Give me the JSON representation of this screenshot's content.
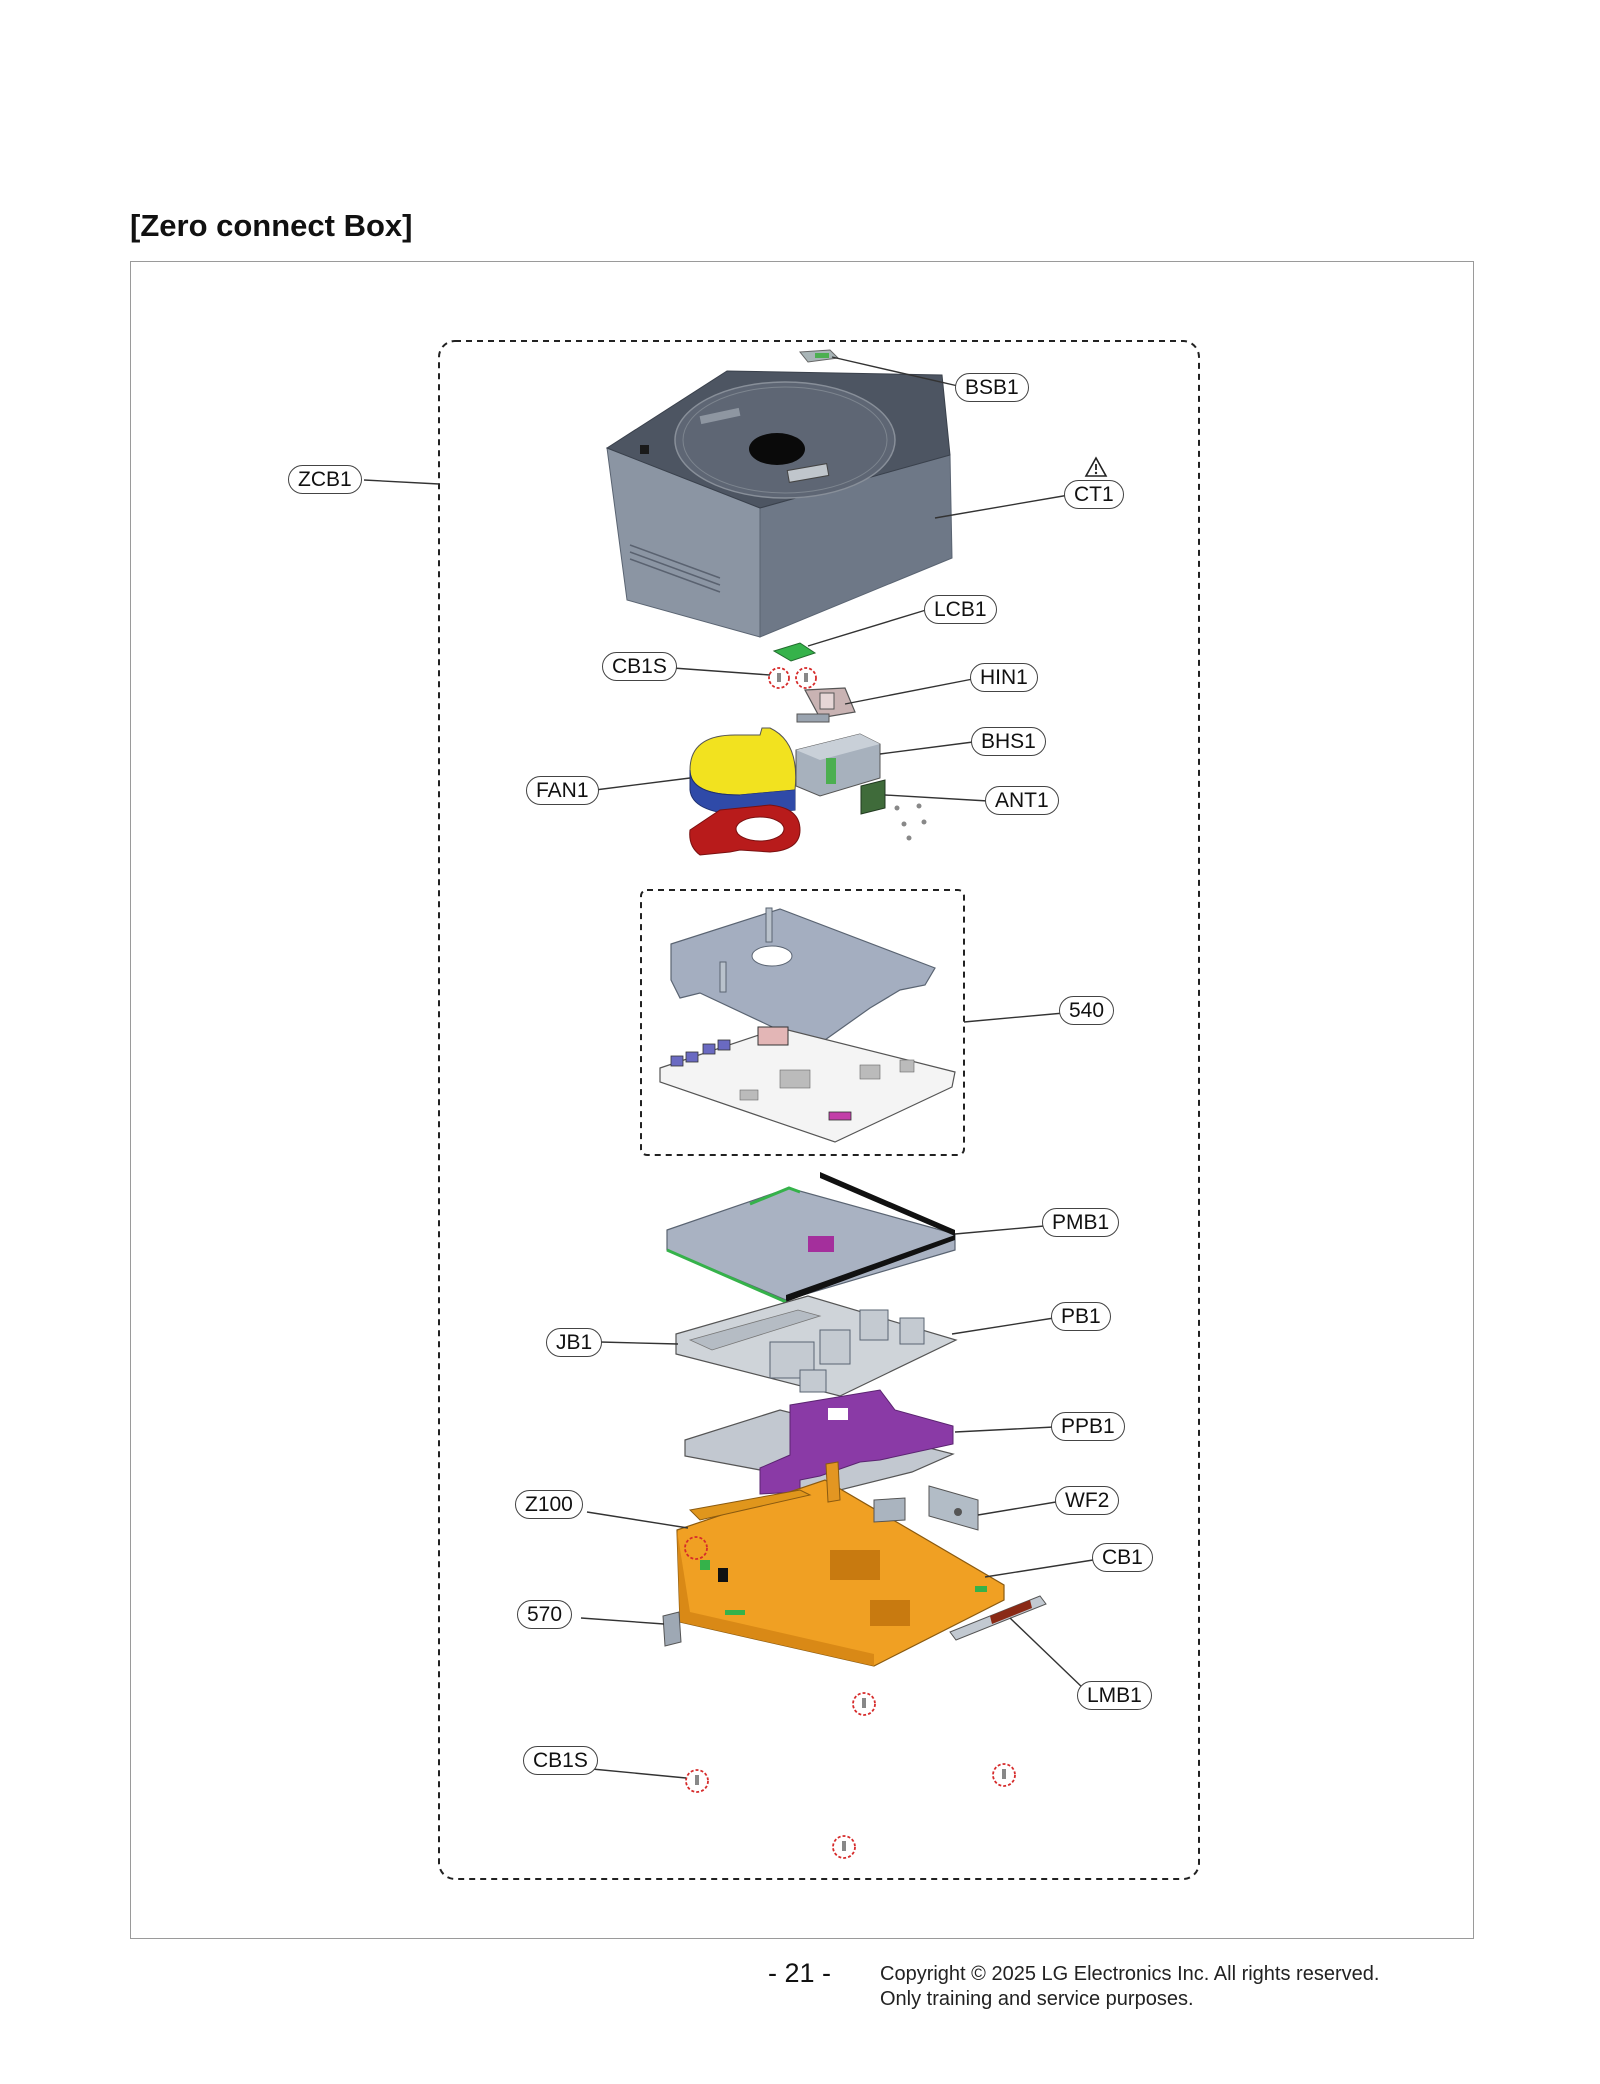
{
  "title": "[Zero connect Box]",
  "labels": {
    "bsb1": "BSB1",
    "zcb1": "ZCB1",
    "ct1": "CT1",
    "lcb1": "LCB1",
    "cb1s_top": "CB1S",
    "hin1": "HIN1",
    "bhs1": "BHS1",
    "fan1": "FAN1",
    "ant1": "ANT1",
    "n540": "540",
    "pmb1": "PMB1",
    "pb1": "PB1",
    "jb1": "JB1",
    "ppb1": "PPB1",
    "z100": "Z100",
    "wf2": "WF2",
    "cb1": "CB1",
    "n570": "570",
    "lmb1": "LMB1",
    "cb1s_bottom": "CB1S"
  },
  "footer": {
    "page_number": "- 21 -",
    "copyright": "Copyright © 2025 LG Electronics Inc. All rights reserved.",
    "notice": "Only training and service purposes."
  },
  "colors": {
    "fan_yellow": "#f2e21f",
    "fan_blue": "#2f4aa8",
    "fan_red": "#b81b1b",
    "board_green": "#35b24a",
    "ppb1_purple": "#8a3aa6",
    "cb1_orange": "#f0a023",
    "housing_grey": "#7a8593",
    "screw_marker": "#d62b2b"
  }
}
